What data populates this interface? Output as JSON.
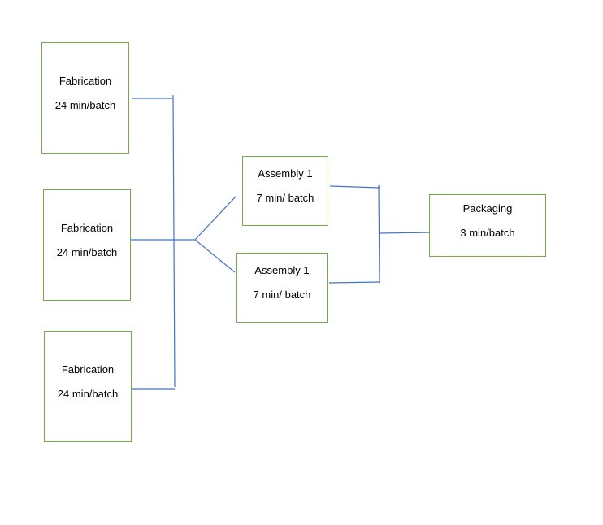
{
  "colors": {
    "box_border": "#70ad47",
    "connector": "#4472c4",
    "text": "#000000"
  },
  "nodes": {
    "fabrication_1": {
      "title": "Fabrication",
      "rate": "24 min/batch"
    },
    "fabrication_2": {
      "title": "Fabrication",
      "rate": "24 min/batch"
    },
    "fabrication_3": {
      "title": "Fabrication",
      "rate": "24 min/batch"
    },
    "assembly_1": {
      "title": "Assembly 1",
      "rate": "7 min/ batch"
    },
    "assembly_2": {
      "title": "Assembly 1",
      "rate": "7 min/ batch"
    },
    "packaging": {
      "title": "Packaging",
      "rate": "3 min/batch"
    }
  }
}
